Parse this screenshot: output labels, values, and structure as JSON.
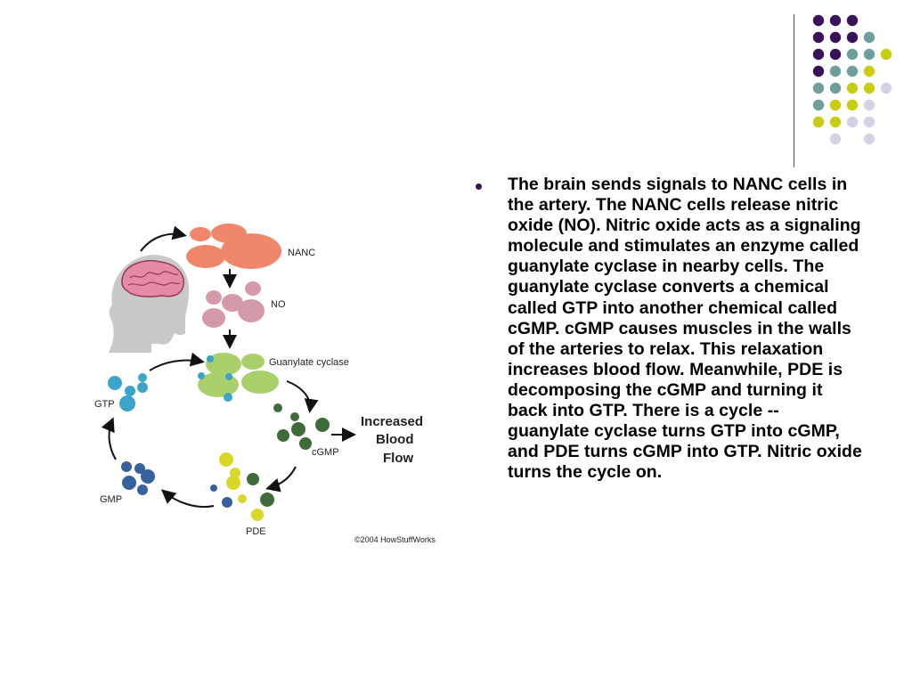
{
  "slide": {
    "bullet_text": "The brain sends signals to NANC cells in the artery. The NANC cells release nitric oxide (NO). Nitric oxide acts as a signaling molecule and stimulates an enzyme called guanylate cyclase in nearby cells. The guanylate cyclase converts a chemical called GTP into another chemical called cGMP. cGMP causes muscles in the walls of the arteries to relax. This relaxation increases blood flow. Meanwhile, PDE is decomposing the cGMP and turning it back into GTP. There is a cycle -- guanylate cyclase turns GTP into cGMP, and PDE turns cGMP into GTP. Nitric oxide turns the cycle on."
  },
  "diagram": {
    "labels": {
      "nanc": "NANC",
      "no": "NO",
      "guanylate_cyclase": "Guanylate cyclase",
      "gtp": "GTP",
      "cgmp": "cGMP",
      "gmp": "GMP",
      "pde": "PDE",
      "increased_line1": "Increased",
      "increased_line2": "Blood",
      "increased_line3": "Flow",
      "copyright": "©2004 HowStuffWorks"
    }
  },
  "theme": {
    "dot_colors": {
      "purple": "#3a1259",
      "teal": "#6f9e9c",
      "yellow": "#c8cc12",
      "lavender": "#d4d3e6"
    },
    "colors": {
      "nanc": "#f0876a",
      "no": "#d49aa8",
      "guanylate": "#a9d06a",
      "gtp": "#3ca4c8",
      "cgmp": "#3f6b3a",
      "gmp": "#36609e",
      "pde": "#d8d828",
      "brain": "#e58aa4",
      "head": "#c9c9c9"
    }
  }
}
